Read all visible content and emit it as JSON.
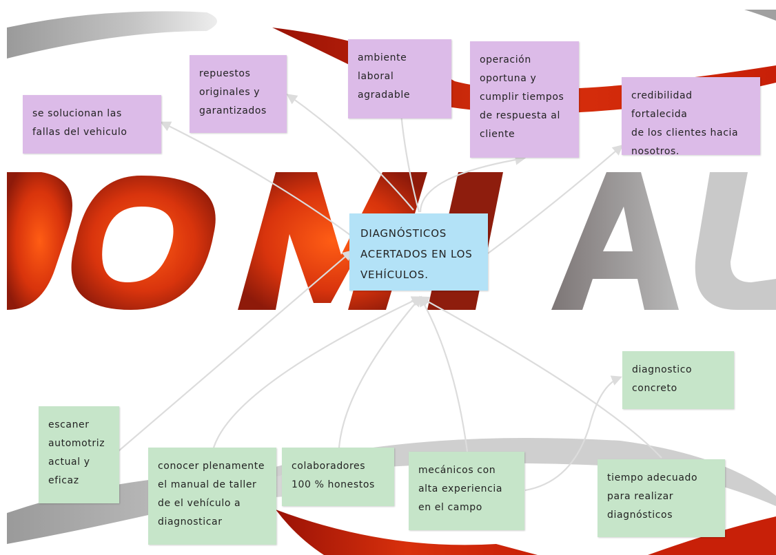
{
  "central": {
    "label": "DIAGNÓSTICOS\nACERTADOS EN LOS\nVEHÍCULOS."
  },
  "background_logo": {
    "text": "DOMIAU",
    "colors": {
      "red": "#c8240c",
      "gray": "#8a8a8a"
    }
  },
  "effects": [
    {
      "id": "e1",
      "label": "se solucionan las\nfallas del vehiculo"
    },
    {
      "id": "e2",
      "label": "repuestos\noriginales y\ngarantizados"
    },
    {
      "id": "e3",
      "label": "ambiente\nlaboral\nagradable"
    },
    {
      "id": "e4",
      "label": "operación\noportuna y\ncumplir tiempos\nde respuesta al\ncliente"
    },
    {
      "id": "e5",
      "label": "credibilidad fortalecida\nde los clientes hacia\nnosotros."
    }
  ],
  "causes": [
    {
      "id": "c1",
      "label": "escaner\nautomotriz\nactual y\neficaz"
    },
    {
      "id": "c2",
      "label": "conocer plenamente\nel manual de taller\nde el vehículo a\ndiagnosticar"
    },
    {
      "id": "c3",
      "label": "colaboradores\n100 % honestos"
    },
    {
      "id": "c4",
      "label": "mecánicos con\nalta experiencia\nen el campo"
    },
    {
      "id": "c5",
      "label": "diagnostico\nconcreto"
    },
    {
      "id": "c6",
      "label": "tiempo adecuado\npara realizar\ndiagnósticos"
    }
  ],
  "colors": {
    "effect_box": "#dcbbe8",
    "cause_box": "#c6e5c9",
    "central_box": "#b3e2f7",
    "connector": "#dcdcdc"
  }
}
